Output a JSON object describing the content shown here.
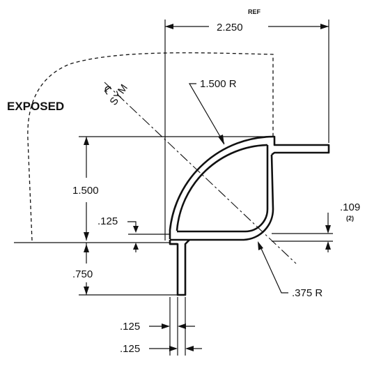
{
  "drawing": {
    "labels": {
      "ref": "REF",
      "width_overall": "2.250",
      "exposed": "EXPOSED",
      "centerline_symbol": "℄",
      "sym": "SYM",
      "outer_radius": "1.500 R",
      "height": "1.500",
      "wall_top": ".125",
      "flange_thickness": ".109",
      "flange_count": "(2)",
      "leg_length": ".750",
      "inner_radius": ".375 R",
      "leg_offset": ".125",
      "leg_width": ".125"
    }
  }
}
